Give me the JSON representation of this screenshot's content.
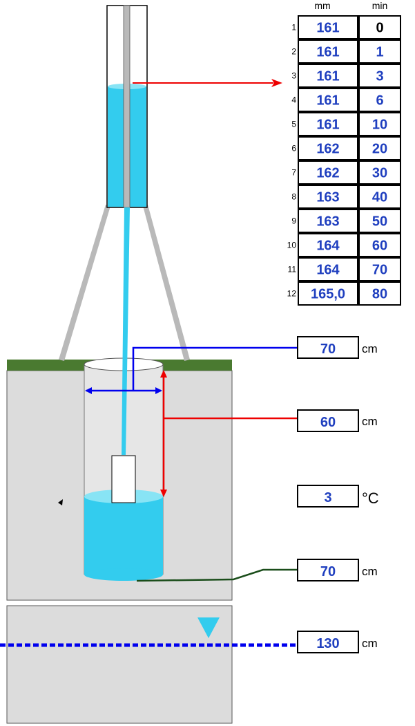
{
  "table": {
    "header_mm": "mm",
    "header_min": "min",
    "rows": [
      {
        "n": "1",
        "mm": "161",
        "min": "0"
      },
      {
        "n": "2",
        "mm": "161",
        "min": "1"
      },
      {
        "n": "3",
        "mm": "161",
        "min": "3"
      },
      {
        "n": "4",
        "mm": "161",
        "min": "6"
      },
      {
        "n": "5",
        "mm": "161",
        "min": "10"
      },
      {
        "n": "6",
        "mm": "162",
        "min": "20"
      },
      {
        "n": "7",
        "mm": "162",
        "min": "30"
      },
      {
        "n": "8",
        "mm": "163",
        "min": "40"
      },
      {
        "n": "9",
        "mm": "163",
        "min": "50"
      },
      {
        "n": "10",
        "mm": "164",
        "min": "60"
      },
      {
        "n": "11",
        "mm": "164",
        "min": "70"
      },
      {
        "n": "12",
        "mm": "165,0",
        "min": "80"
      }
    ]
  },
  "measurements": {
    "diameter": {
      "value": "70",
      "unit": "cm"
    },
    "depth_to_water": {
      "value": "60",
      "unit": "cm"
    },
    "temperature": {
      "value": "3",
      "unit": "°C"
    },
    "hole_depth": {
      "value": "70",
      "unit": "cm"
    },
    "groundwater_depth": {
      "value": "130",
      "unit": "cm"
    }
  },
  "colors": {
    "value_text": "#1f3fbf",
    "min_text": "#000000",
    "water": "#33ccee",
    "water_light": "#88e4f5",
    "grass": "#4a7a30",
    "soil": "#dcdcdc",
    "frame": "#b9b9b9",
    "diameter_line": "#0000ee",
    "depth_line": "#ee0000",
    "bottom_line": "#1a4d1a",
    "groundwater_line": "#0000ee"
  }
}
